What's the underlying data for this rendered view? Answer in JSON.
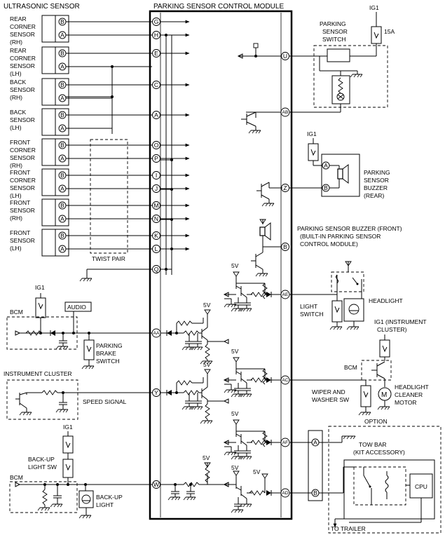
{
  "module": {
    "title": "PARKING SENSOR CONTROL MODULE"
  },
  "ultrasonic": {
    "title": "ULTRASONIC SENSOR",
    "sensors": [
      {
        "lines": [
          "REAR",
          "CORNER",
          "SENSOR",
          "(RH)"
        ],
        "pins": [
          "B",
          "A"
        ],
        "module_pins": [
          "G",
          "H"
        ]
      },
      {
        "lines": [
          "REAR",
          "CORNER",
          "SENSOR",
          "(LH)"
        ],
        "pins": [
          "B",
          "A"
        ],
        "module_pins": [
          "E",
          ""
        ]
      },
      {
        "lines": [
          "BACK",
          "SENSOR",
          "(RH)"
        ],
        "pins": [
          "B",
          "A"
        ],
        "module_pins": [
          "C",
          ""
        ]
      },
      {
        "lines": [
          "BACK",
          "SENSOR",
          "(LH)"
        ],
        "pins": [
          "B",
          "A"
        ],
        "module_pins": [
          "A",
          ""
        ]
      },
      {
        "lines": [
          "FRONT",
          "CORNER",
          "SENSOR",
          "(RH)"
        ],
        "pins": [
          "B",
          "A"
        ],
        "module_pins": [
          "O",
          "P"
        ]
      },
      {
        "lines": [
          "FRONT",
          "CORNER",
          "SENSOR",
          "(LH)"
        ],
        "pins": [
          "B",
          "A"
        ],
        "module_pins": [
          "I",
          "J"
        ]
      },
      {
        "lines": [
          "FRONT",
          "SENSOR",
          "(RH)"
        ],
        "pins": [
          "B",
          "A"
        ],
        "module_pins": [
          "M",
          "N"
        ]
      },
      {
        "lines": [
          "FRONT",
          "SENSOR",
          "(LH)"
        ],
        "pins": [
          "B",
          "A"
        ],
        "module_pins": [
          "K",
          "L"
        ]
      }
    ],
    "twist_pair": "TWIST PAIR",
    "ground_pin": "Q"
  },
  "left": {
    "bcm1": "BCM",
    "ig1_a": "IG1",
    "audio": "AUDIO",
    "parking_brake": [
      "PARKING",
      "BRAKE",
      "SWITCH"
    ],
    "instrument_cluster": "INSTRUMENT CLUSTER",
    "speed_signal": "SPEED SIGNAL",
    "ig1_b": "IG1",
    "backup_sw": [
      "BACK-UP",
      "LIGHT SW"
    ],
    "bcm2": "BCM",
    "backup_light": [
      "BACK-UP",
      "LIGHT"
    ],
    "pin_aa": "AA",
    "pin_y": "Y",
    "pin_w": "W",
    "v5": [
      "5V",
      "5V",
      "5V",
      "5V",
      "5V",
      "5V",
      "5V"
    ]
  },
  "right": {
    "ig1_top": "IG1",
    "fuse": "15A",
    "parking_switch": [
      "PARKING",
      "SENSOR",
      "SWITCH"
    ],
    "pin_u": "U",
    "pin_ab": "AB",
    "ig1_buzzer": "IG1",
    "buzzer_rear": [
      "PARKING",
      "SENSOR",
      "BUZZER",
      "(REAR)"
    ],
    "buzzer_pins": [
      "A",
      "B"
    ],
    "pin_z": "Z",
    "buzzer_front": [
      "PARKING SENSOR BUZZER (FRONT)",
      "(BUILT-IN PARKING SENSOR",
      "CONTROL MODULE)"
    ],
    "pin_b": "B",
    "light_switch": [
      "LIGHT",
      "SWITCH"
    ],
    "headlight": "HEADLIGHT",
    "pin_ae": "AE",
    "ig1_cluster": [
      "IG1 (INSTRUMENT",
      "CLUSTER)"
    ],
    "bcm": "BCM",
    "wiper": [
      "WIPER AND",
      "WASHER SW"
    ],
    "cleaner": [
      "HEADLIGHT",
      "CLEANER",
      "MOTOR"
    ],
    "motor_symbol": "M",
    "pin_ac": "AC",
    "option": "OPTION",
    "pin_af": "AF",
    "pin_ad": "AD",
    "tow_bar": [
      "TOW BAR",
      "(KIT ACCESSORY)"
    ],
    "connector_pins": [
      "A",
      "B"
    ],
    "cpu": "CPU",
    "to_trailer": "TO TRAILER"
  }
}
